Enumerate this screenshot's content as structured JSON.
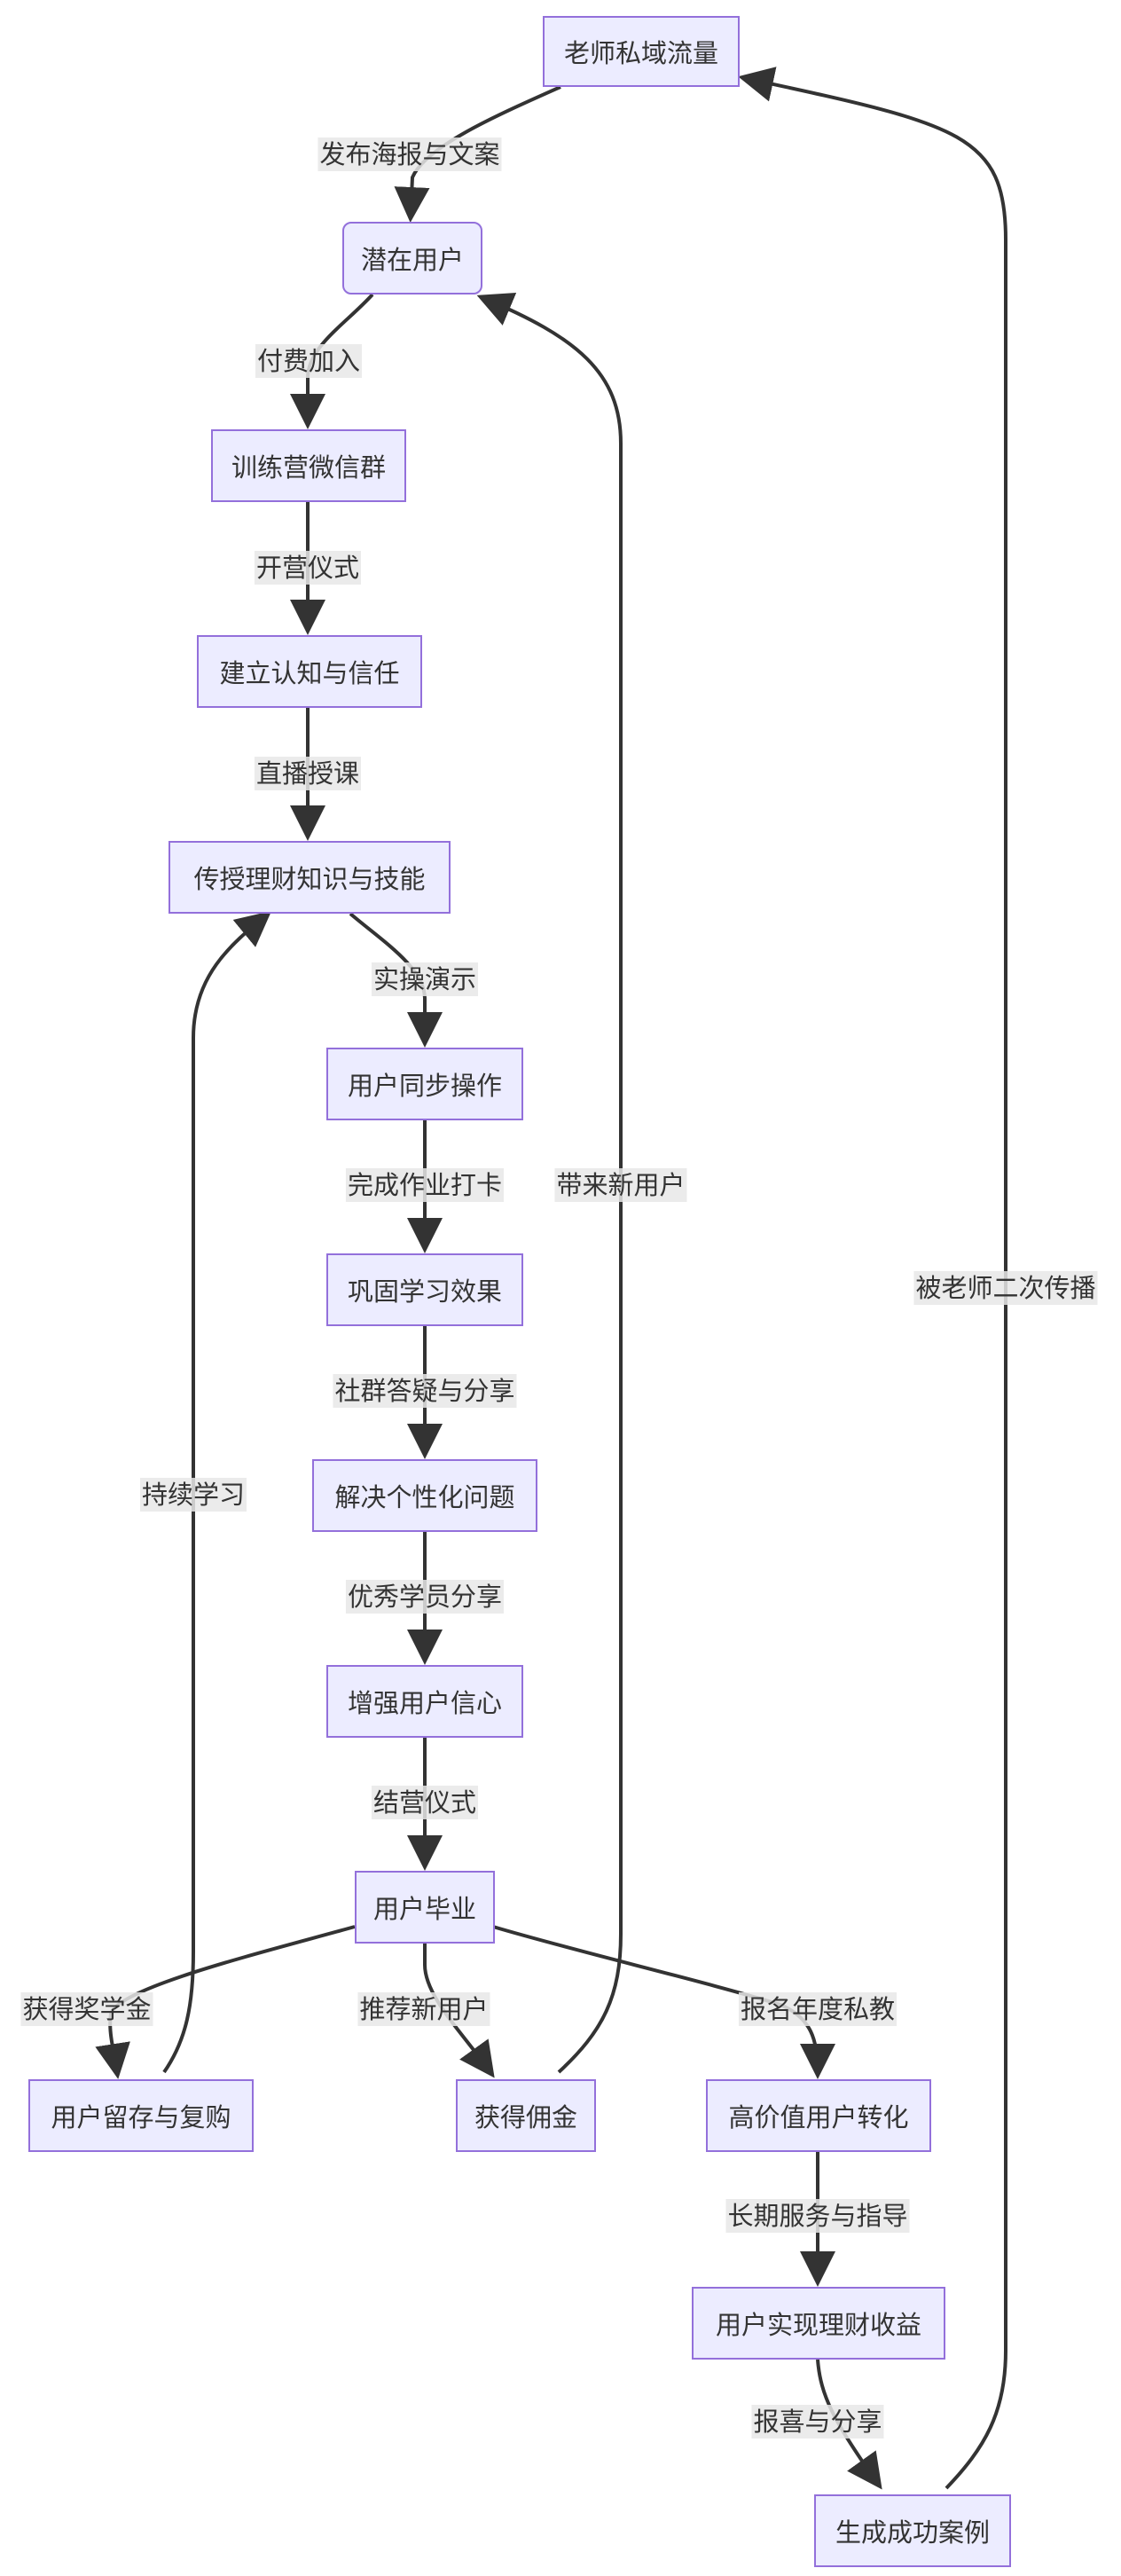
{
  "nodes": {
    "teacher_traffic": "老师私域流量",
    "potential_users": "潜在用户",
    "wechat_group": "训练营微信群",
    "build_trust": "建立认知与信任",
    "teach_skills": "传授理财知识与技能",
    "user_sync": "用户同步操作",
    "consolidate": "巩固学习效果",
    "solve_problems": "解决个性化问题",
    "boost_confidence": "增强用户信心",
    "graduation": "用户毕业",
    "retention": "用户留存与复购",
    "commission": "获得佣金",
    "high_value": "高价值用户转化",
    "earn_returns": "用户实现理财收益",
    "success_cases": "生成成功案例"
  },
  "edges": {
    "post_poster": "发布海报与文案",
    "pay_join": "付费加入",
    "opening": "开营仪式",
    "live_class": "直播授课",
    "demo": "实操演示",
    "homework": "完成作业打卡",
    "qa_share": "社群答疑与分享",
    "star_share": "优秀学员分享",
    "closing": "结营仪式",
    "scholarship": "获得奖学金",
    "refer": "推荐新用户",
    "enroll": "报名年度私教",
    "keep_learning": "持续学习",
    "bring_users": "带来新用户",
    "long_service": "长期服务与指导",
    "good_news": "报喜与分享",
    "re_spread": "被老师二次传播"
  },
  "colors": {
    "node_fill": "#ECECFF",
    "node_border": "#9370DB",
    "edge": "#333333",
    "label_bg": "#E8E8E8",
    "text": "#333333"
  }
}
